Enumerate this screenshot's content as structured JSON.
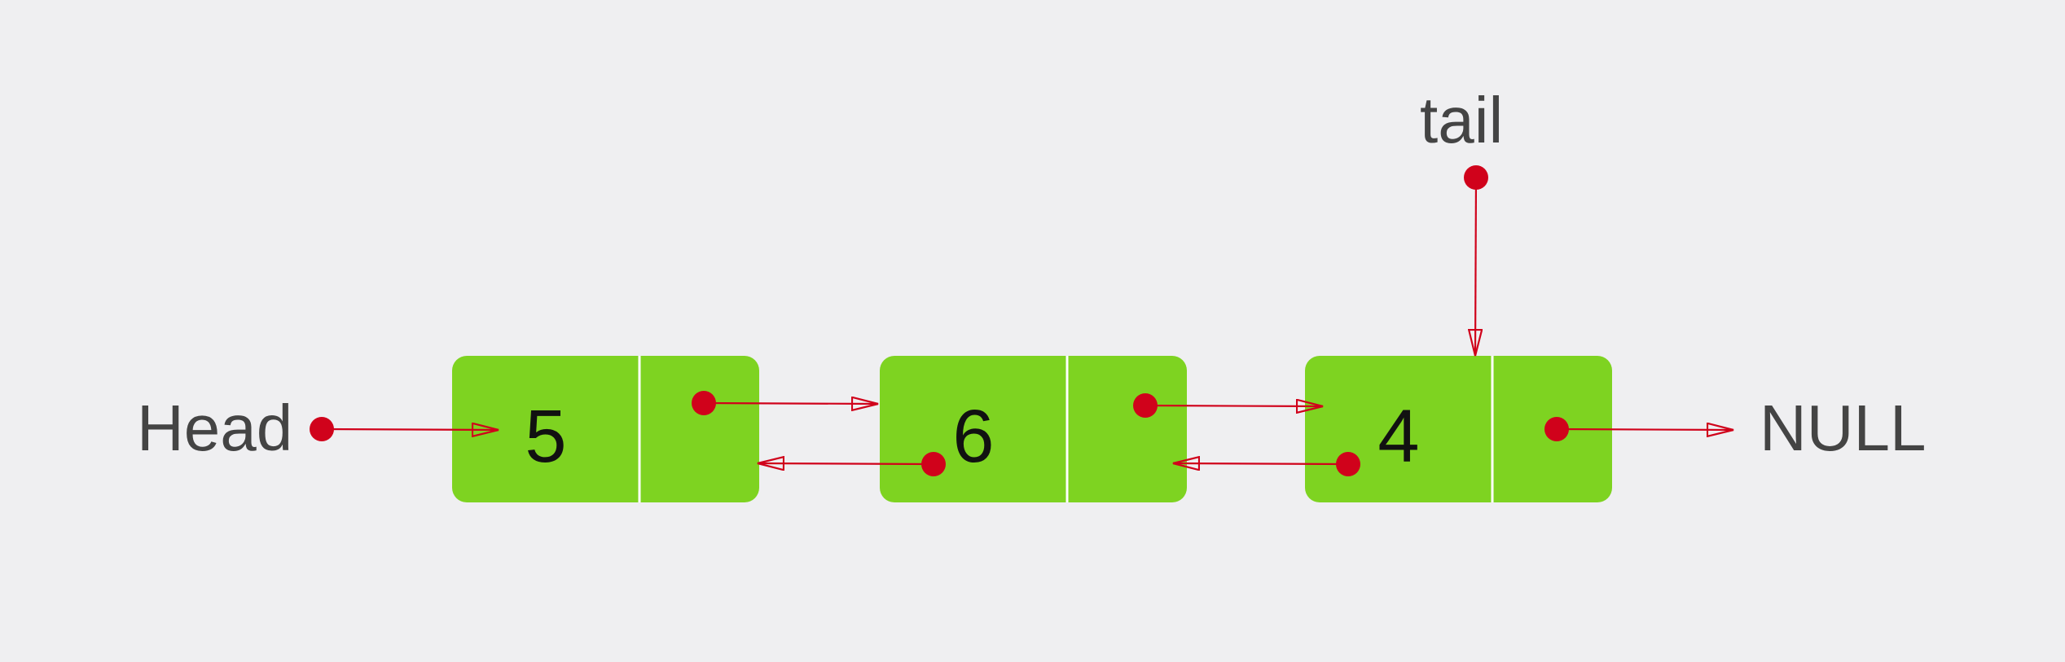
{
  "labels": {
    "head": "Head",
    "tail": "tail",
    "null": "NULL"
  },
  "nodes": [
    {
      "value": "5"
    },
    {
      "value": "6"
    },
    {
      "value": "4"
    }
  ],
  "colors": {
    "background": "#efeff1",
    "node_fill": "#7ed321",
    "divider": "#ffffff",
    "pointer": "#d0021b",
    "label_text": "#444444",
    "value_text": "#111111"
  }
}
